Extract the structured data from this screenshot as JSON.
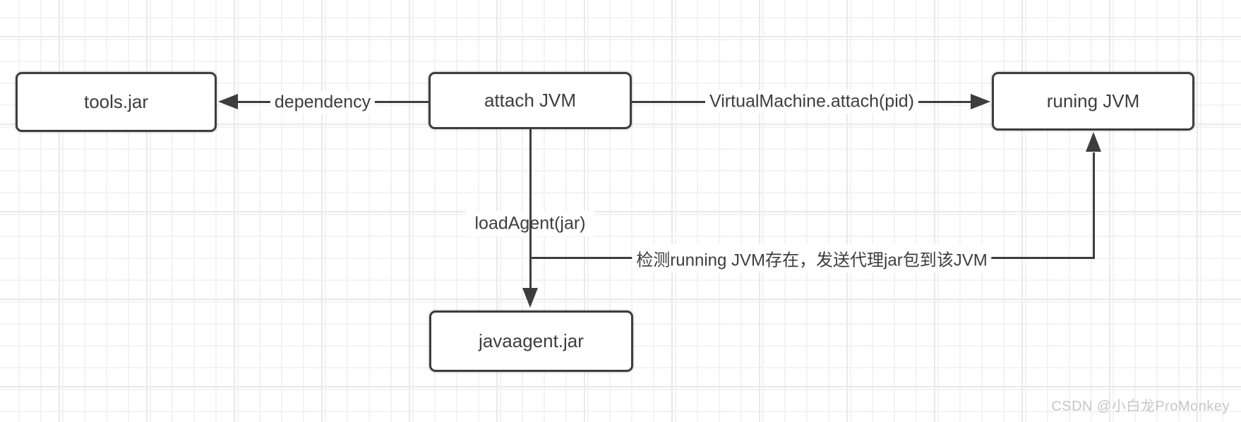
{
  "diagram": {
    "nodes": {
      "tools": {
        "label": "tools.jar"
      },
      "attach": {
        "label": "attach JVM"
      },
      "running": {
        "label": "runing JVM"
      },
      "agent": {
        "label": "javaagent.jar"
      }
    },
    "edges": {
      "dependency": {
        "label": "dependency"
      },
      "vm_attach": {
        "label": "VirtualMachine.attach(pid)"
      },
      "load_agent": {
        "label": "loadAgent(jar)"
      },
      "detect": {
        "label": "检测running JVM存在，发送代理jar包到该JVM"
      }
    },
    "colors": {
      "stroke": "#3d3d3d",
      "node_fill": "#ffffff",
      "grid_minor": "#f3f3f6",
      "grid_major": "#e9e9ed",
      "watermark": "#c6c6c8"
    }
  },
  "watermark": {
    "text": "CSDN @小白龙ProMonkey"
  }
}
